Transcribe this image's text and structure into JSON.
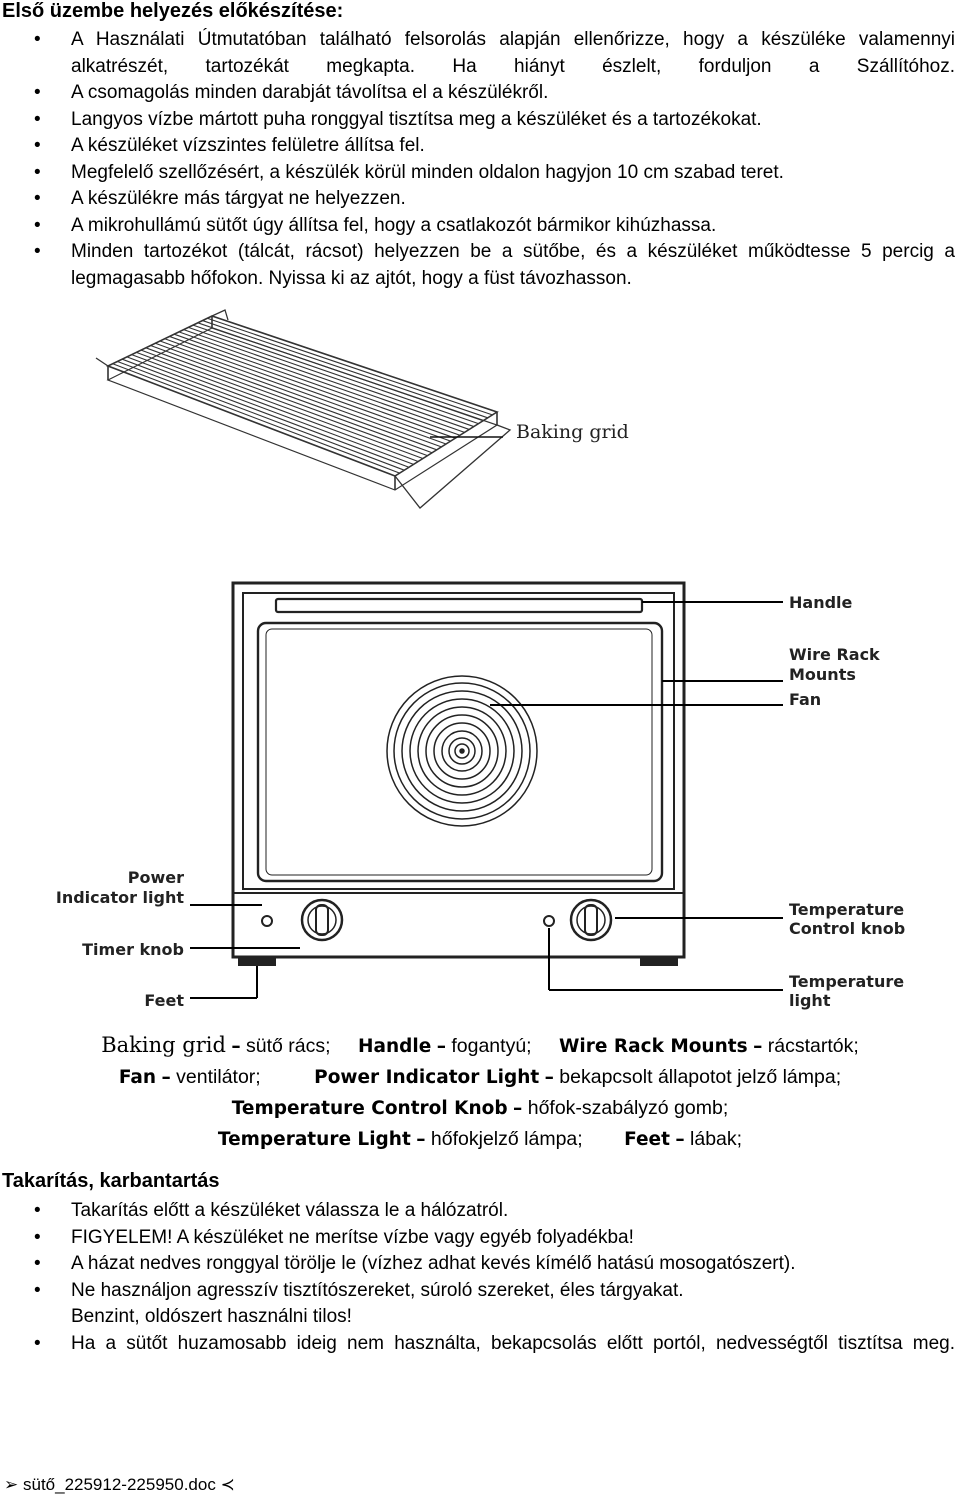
{
  "section1": {
    "title": "Első üzembe helyezés előkészítése:",
    "items": [
      "A Használati Útmutatóban található felsorolás alapján ellenőrizze, hogy a készüléke valamennyi alkatrészét, tartozékát megkapta. Ha hiányt észlelt, forduljon a Szállítóhoz.",
      "A csomagolás minden darabját távolítsa el a készülékről.",
      "Langyos vízbe mártott puha ronggyal tisztítsa meg a készüléket és a tartozékokat.",
      "A készüléket vízszintes felületre állítsa fel.",
      "Megfelelő szellőzésért, a készülék körül minden oldalon hagyjon 10 cm szabad teret.",
      "A készülékre más tárgyat ne helyezzen.",
      "A mikrohullámú sütőt úgy állítsa fel, hogy a csatlakozót bármikor kihúzhassa.",
      "Minden tartozékot (tálcát, rácsot) helyezzen be a sütőbe, és a készüléket működtesse 5 percig a legmagasabb hőfokon. Nyissa ki az ajtót, hogy a füst távozhasson."
    ]
  },
  "figure": {
    "baking_grid": "Baking grid",
    "handle": "Handle",
    "wire_rack_1": "Wire Rack",
    "wire_rack_2": "Mounts",
    "fan": "Fan",
    "power_1": "Power",
    "power_2": "Indicator light",
    "timer": "Timer knob",
    "feet": "Feet",
    "temp_ctrl_1": "Temperature",
    "temp_ctrl_2": "Control knob",
    "temp_light_1": "Temperature",
    "temp_light_2": "light"
  },
  "legend": {
    "baking_grid_en": "Baking grid",
    "baking_grid_hu": "sütő rács;",
    "handle_en": "Handle",
    "handle_hu": "fogantyú;",
    "wire_rack_en": "Wire Rack Mounts",
    "wire_rack_hu": "rácstartók;",
    "fan_en": "Fan",
    "fan_hu": "ventilátor;",
    "power_en": "Power Indicator Light",
    "power_hu": "bekapcsolt állapotot jelző lámpa;",
    "temp_ctrl_en": "Temperature Control Knob",
    "temp_ctrl_hu": "hőfok-szabályzó gomb;",
    "temp_light_en": "Temperature Light",
    "temp_light_hu": "hőfokjelző lámpa;",
    "feet_en": "Feet",
    "feet_hu": "lábak;",
    "dash": "–"
  },
  "section2": {
    "title": "Takarítás, karbantartás",
    "items": [
      "Takarítás előtt a készüléket válassza le a hálózatról.",
      "FIGYELEM! A készüléket ne merítse vízbe vagy egyéb folyadékba!",
      "A házat nedves ronggyal törölje le (vízhez adhat kevés kímélő hatású mosogatószert).",
      "Ne használjon agresszív tisztítószereket, súroló szereket, éles tárgyakat.",
      "Ha a sütőt huzamosabb ideig nem használta, bekapcsolás előtt portól, nedvességtől tisztítsa meg."
    ],
    "continuation": "Benzint, oldószert használni tilos!"
  },
  "footer": {
    "filename": "sütő_225912-225950.doc",
    "left_marker": "➢",
    "right_marker": "≺"
  }
}
